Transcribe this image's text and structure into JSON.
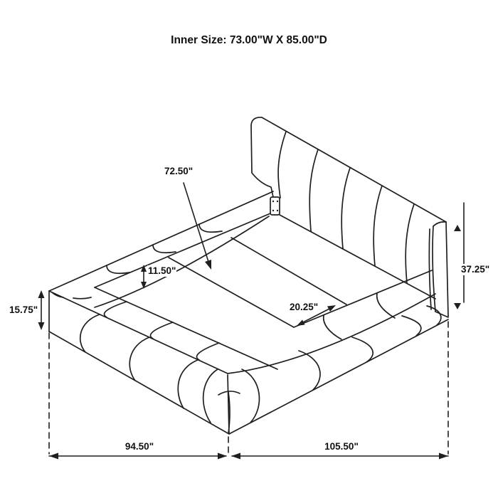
{
  "canvas": {
    "background": "#ffffff",
    "line_color": "#1f1f1f"
  },
  "title": "Inner Size: 73.00\"W X 85.00\"D",
  "labels": {
    "dim_72_50": "72.50\"",
    "dim_11_50": "11.50\"",
    "dim_15_75": "15.75\"",
    "dim_37_25": "37.25\"",
    "dim_20_25": "20.25\"",
    "dim_94_50": "94.50\"",
    "dim_105_50": "105.50\""
  }
}
